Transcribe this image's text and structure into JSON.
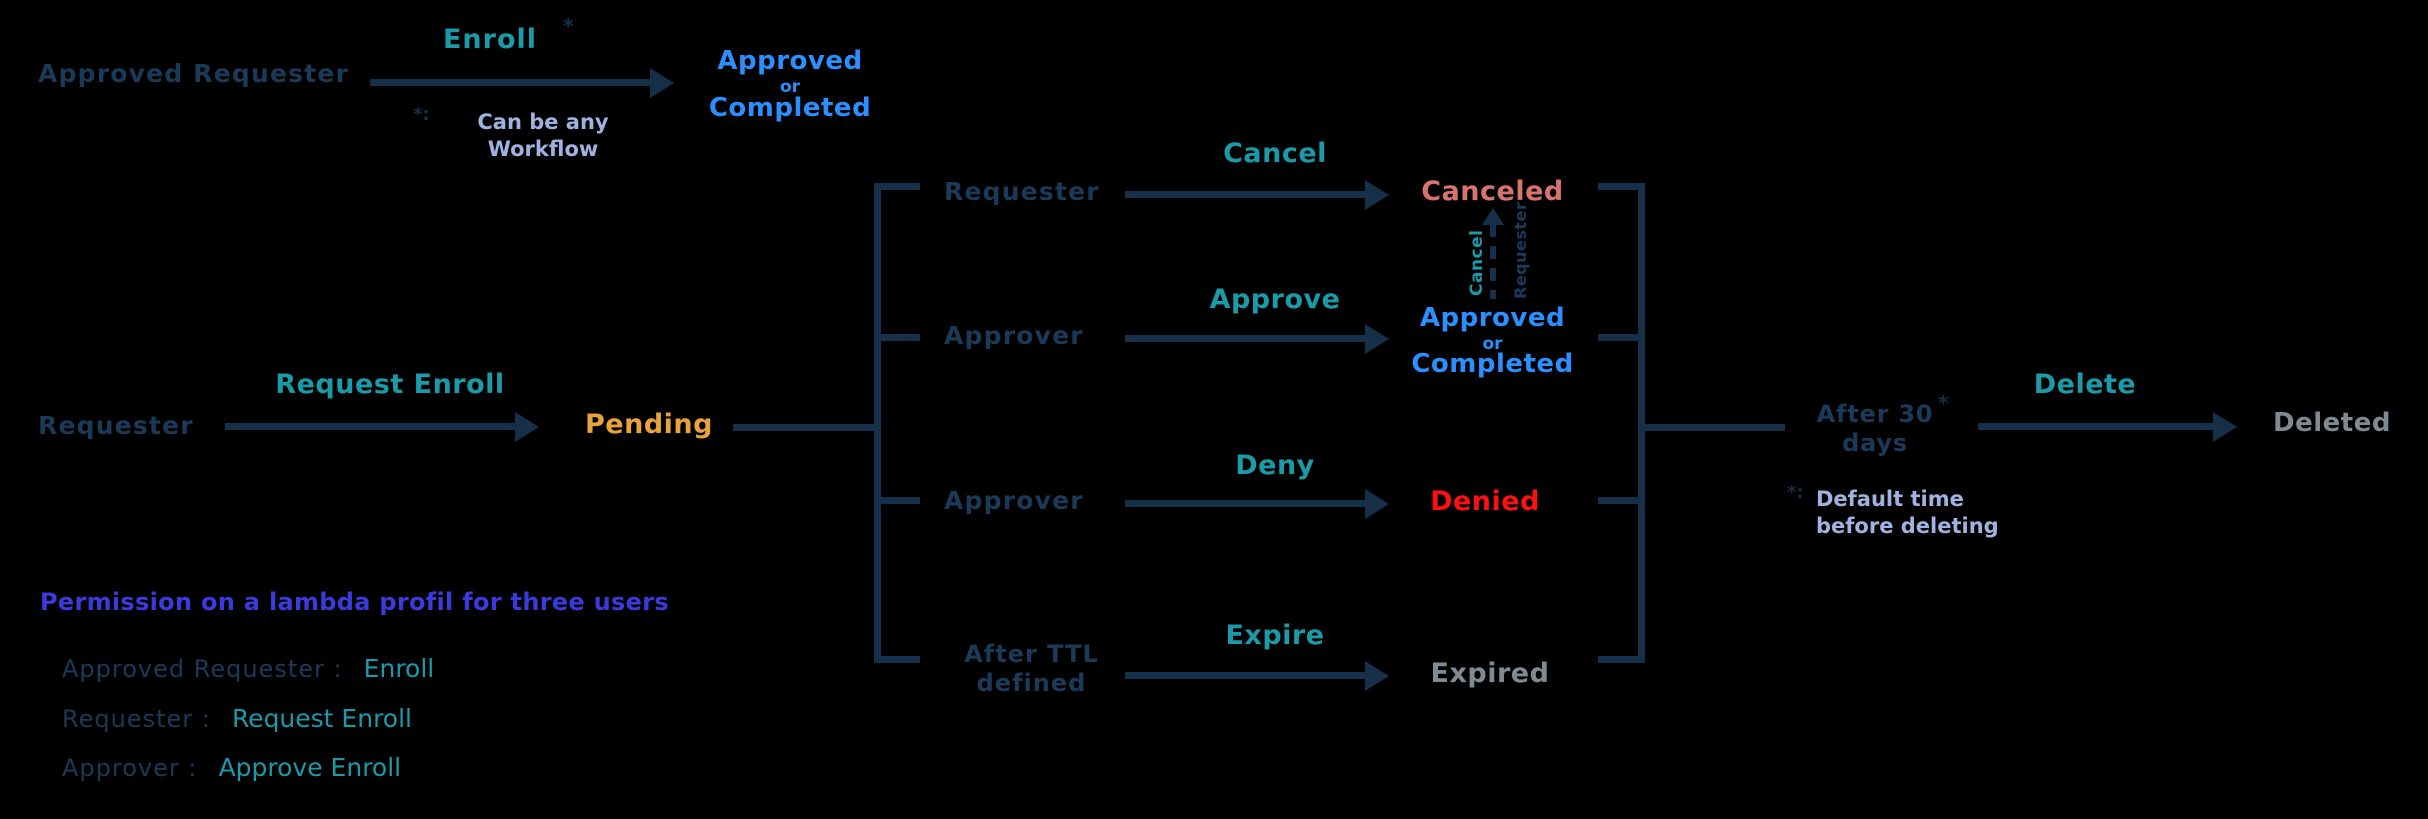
{
  "diagram": {
    "title": "Lambda profile enrollment state machine",
    "colors": {
      "background": "#000000",
      "line": "#17304a",
      "actor": "#1b3a57",
      "action": "#17a2b8",
      "approved": "#2b8fff",
      "pending": "#e8a33d",
      "denied": "#ff1010",
      "canceled": "#d9736f",
      "terminal": "#808a92",
      "note": "#9fb2e0",
      "legend_heading": "#3b3bdd"
    }
  },
  "top_flow": {
    "actor": "Approved Requester",
    "action": "Enroll",
    "action_star": "*",
    "state_line1": "Approved",
    "state_conj": "or",
    "state_line2": "Completed",
    "note_marker": "*:",
    "note_line1": "Can be any",
    "note_line2": "Workflow"
  },
  "main_flow": {
    "actor": "Requester",
    "action": "Request Enroll",
    "state": "Pending"
  },
  "branches": [
    {
      "actor": "Requester",
      "action": "Cancel",
      "result_line1": "Canceled",
      "result_conj": "",
      "result_line2": "",
      "result_color": "canceled"
    },
    {
      "actor": "Approver",
      "action": "Approve",
      "result_line1": "Approved",
      "result_conj": "or",
      "result_line2": "Completed",
      "result_color": "approved"
    },
    {
      "actor": "Approver",
      "action": "Deny",
      "result_line1": "Denied",
      "result_conj": "",
      "result_line2": "",
      "result_color": "denied"
    },
    {
      "actor_line1": "After TTL",
      "actor_line2": "defined",
      "action": "Expire",
      "result_line1": "Expired",
      "result_conj": "",
      "result_line2": "",
      "result_color": "terminal"
    }
  ],
  "cancel_loop": {
    "action": "Cancel",
    "actor": "Requester"
  },
  "delete_flow": {
    "condition_line1": "After 30",
    "condition_star": "*",
    "condition_line2": "days",
    "action": "Delete",
    "state": "Deleted",
    "note_marker": "*:",
    "note_line1": "Default time",
    "note_line2": "before deleting"
  },
  "legend": {
    "heading": "Permission on a lambda profil for three users",
    "rows": [
      {
        "role": "Approved Requester :",
        "permission": "Enroll"
      },
      {
        "role": "Requester :",
        "permission": "Request Enroll"
      },
      {
        "role": "Approver :",
        "permission": "Approve Enroll"
      }
    ]
  }
}
